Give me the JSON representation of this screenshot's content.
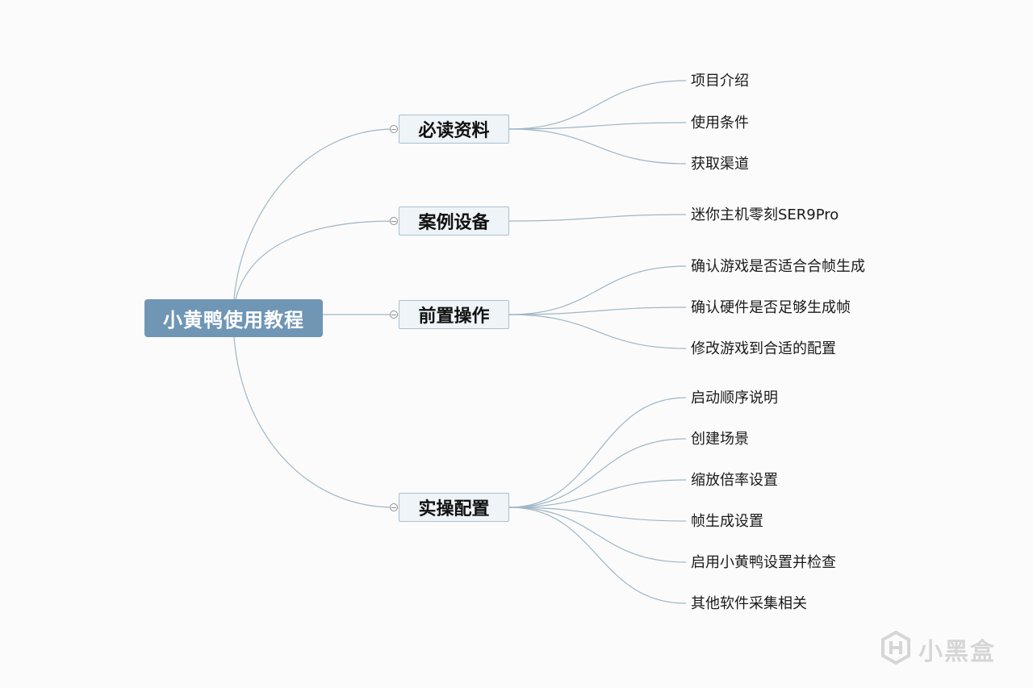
{
  "mindmap": {
    "root": {
      "label": "小黄鸭使用教程"
    },
    "branches": [
      {
        "label": "必读资料",
        "children": [
          "项目介绍",
          "使用条件",
          "获取渠道"
        ]
      },
      {
        "label": "案例设备",
        "children": [
          "迷你主机零刻SER9Pro"
        ]
      },
      {
        "label": "前置操作",
        "children": [
          "确认游戏是否适合合帧生成",
          "确认硬件是否足够生成帧",
          "修改游戏到合适的配置"
        ]
      },
      {
        "label": "实操配置",
        "children": [
          "启动顺序说明",
          "创建场景",
          "缩放倍率设置",
          "帧生成设置",
          "启用小黄鸭设置并检查",
          "其他软件采集相关"
        ]
      }
    ]
  },
  "watermark": {
    "text": "小黑盒",
    "icon": "xiaoheihe-logo-icon"
  },
  "colors": {
    "root_fill": "#7096b5",
    "branch_fill": "#eef4f7",
    "branch_border": "#a9c0cf",
    "link": "#9fb6c5"
  }
}
